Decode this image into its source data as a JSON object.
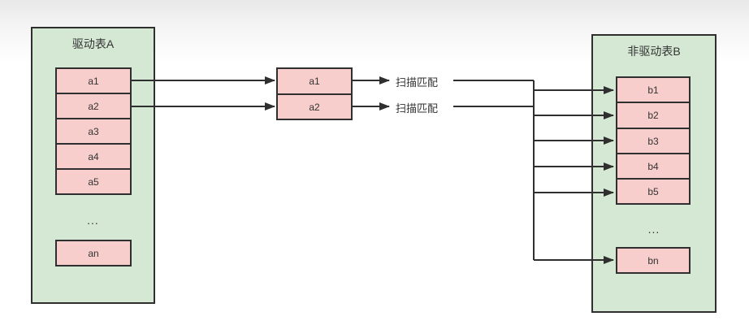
{
  "colors": {
    "table_fill": "#d5e8d4",
    "cell_fill": "#f8cecc",
    "stroke": "#2f2f2f",
    "text": "#333333",
    "bg_top": "#e8e8e8",
    "bg": "#ffffff"
  },
  "table_a": {
    "title": "驱动表A",
    "cells": [
      "a1",
      "a2",
      "a3",
      "a4",
      "a5"
    ],
    "ellipsis": "...",
    "last_cell": "an"
  },
  "join_buffer": {
    "cells": [
      "a1",
      "a2"
    ]
  },
  "scan_labels": [
    "扫描匹配",
    "扫描匹配"
  ],
  "table_b": {
    "title": "非驱动表B",
    "cells": [
      "b1",
      "b2",
      "b3",
      "b4",
      "b5"
    ],
    "ellipsis": "...",
    "last_cell": "bn"
  }
}
